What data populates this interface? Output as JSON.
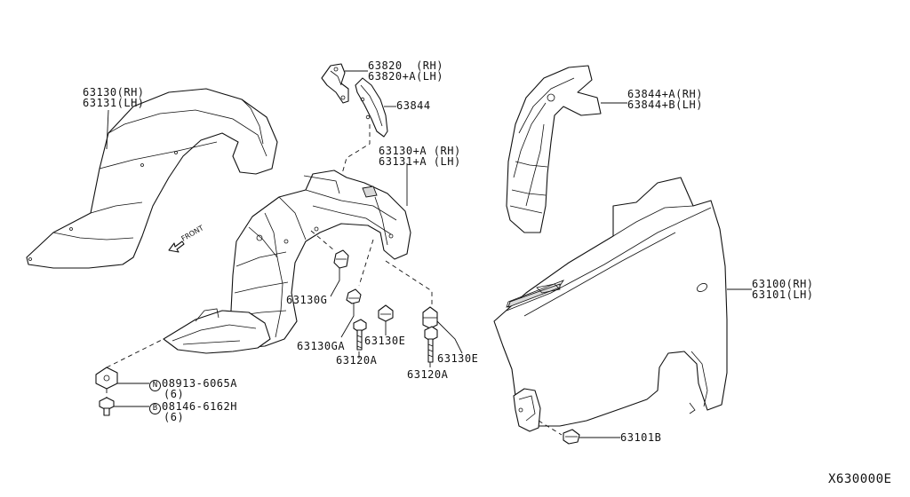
{
  "labels": {
    "p63130": "63130(RH)",
    "p63131": "63131(LH)",
    "p63820": "63820  (RH)",
    "p63820a": "63820+A(LH)",
    "p63844": "63844",
    "p63130a": "63130+A (RH)",
    "p63131a": "63131+A (LH)",
    "p63844a": "63844+A(RH)",
    "p63844b": "63844+B(LH)",
    "p63100": "63100(RH)",
    "p63101": "63101(LH)",
    "p63130g": "63130G",
    "p63130ga": "63130GA",
    "p63130e1": "63130E",
    "p63120a1": "63120A",
    "p63130e2": "63130E",
    "p63120a2": "63120A",
    "nut_part": "08913-6065A",
    "nut_qty": "(6)",
    "bolt_part": "08146-6162H",
    "bolt_qty": "(6)",
    "p63101b": "63101B",
    "front": "FRONT",
    "diagram_code": "X630000E"
  },
  "symbols": {
    "nut": "N",
    "bolt": "B"
  }
}
